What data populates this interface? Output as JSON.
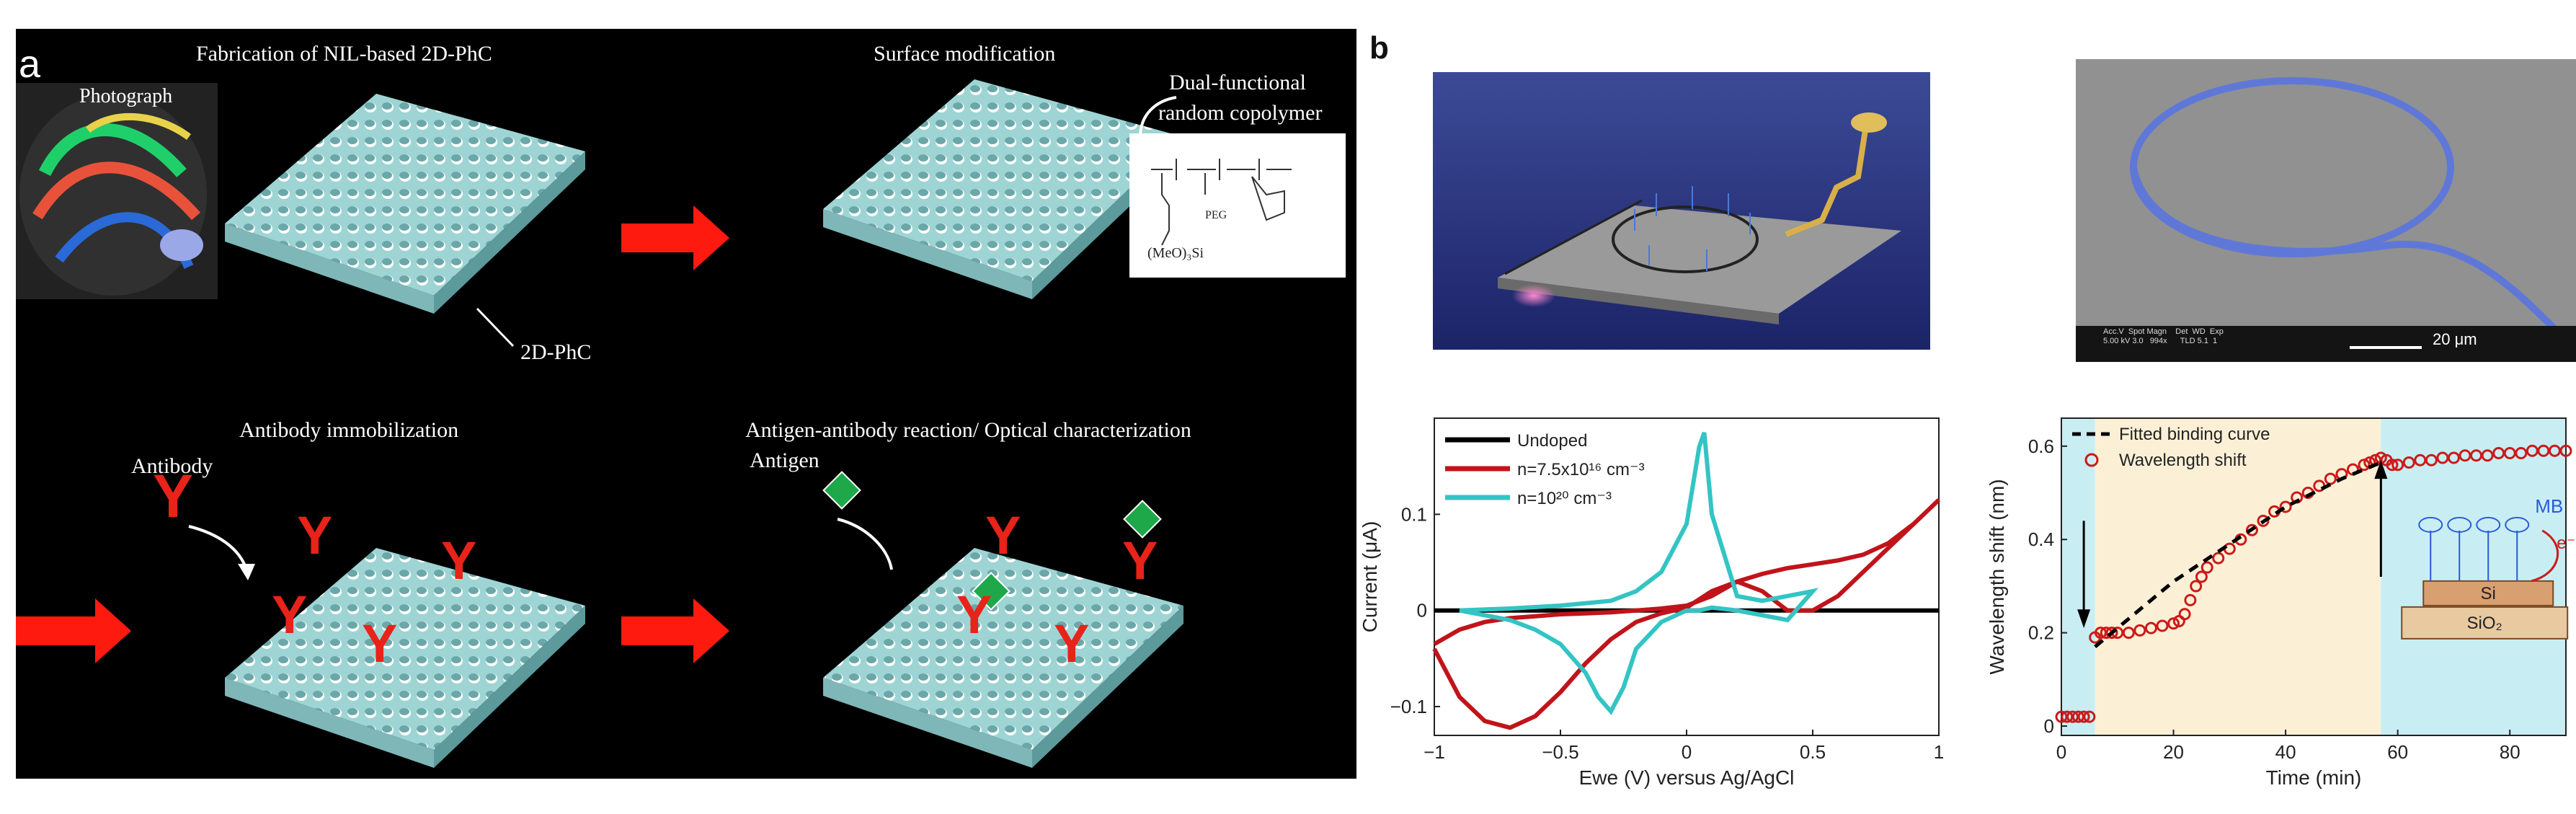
{
  "panel_a": {
    "label": "a",
    "photo_label": "Photograph",
    "step1_title": "Fabrication of NIL-based 2D-PhC",
    "step2_title": "Surface modification",
    "step3_title": "Antibody immobilization",
    "step4_title": "Antigen-antibody reaction/ Optical characterization",
    "phc_label": "2D-PhC",
    "copolymer_label_1": "Dual-functional",
    "copolymer_label_2": "random copolymer",
    "peg": "PEG",
    "meo": "(MeO)₃Si",
    "antibody_label": "Antibody",
    "antigen_label": "Antigen",
    "antibody_glyph": "Y",
    "colors": {
      "teal": "#9ed4d4",
      "arrow": "#ff1a10",
      "antibody": "#e8231a",
      "antigen": "#1fa84a"
    }
  },
  "panel_b": {
    "label": "b",
    "sem_scale": "20 μm",
    "sem_meta": [
      "Acc.V  Spot Magn    Det  WD  Exp",
      "5.00 kV 3.0   994x      TLD 5.1  1"
    ],
    "inset_mb": "MB",
    "inset_e": "e⁻",
    "inset_si": "Si",
    "inset_sio2": "SiO₂"
  },
  "chart_data": [
    {
      "type": "line",
      "xlabel": "Ewe (V) versus Ag/AgCl",
      "ylabel": "Current (μA)",
      "xlim": [
        -1,
        1
      ],
      "ylim": [
        -0.13,
        0.2
      ],
      "xticks": [
        "−1",
        "−0.5",
        "0",
        "0.5",
        "1"
      ],
      "yticks": [
        "−0.1",
        "0",
        "0.1"
      ],
      "legend": [
        "Undoped",
        "n=7.5x10¹⁶ cm⁻³",
        "n=10²⁰ cm⁻³"
      ],
      "legend_position": "top-left",
      "series": [
        {
          "name": "Undoped",
          "color": "#000000",
          "x": [
            -1,
            1
          ],
          "y": [
            0,
            0
          ]
        },
        {
          "name": "n=7.5x10¹⁶ cm⁻³",
          "color": "#c0141a",
          "x": [
            -1,
            -0.9,
            -0.8,
            -0.7,
            -0.6,
            -0.5,
            -0.4,
            -0.3,
            -0.2,
            -0.1,
            0,
            0.1,
            0.2,
            0.3,
            0.4,
            0.5,
            0.6,
            0.7,
            0.8,
            0.9,
            1,
            0.9,
            0.8,
            0.7,
            0.6,
            0.5,
            0.4,
            0.3,
            0.2,
            0.1,
            0,
            -0.1,
            -0.2,
            -0.3,
            -0.4,
            -0.5,
            -0.6,
            -0.7,
            -0.8,
            -0.9,
            -1
          ],
          "y": [
            -0.04,
            -0.09,
            -0.115,
            -0.122,
            -0.11,
            -0.085,
            -0.055,
            -0.03,
            -0.012,
            -0.003,
            0.003,
            0.02,
            0.03,
            0.02,
            0.0,
            0.0,
            0.015,
            0.04,
            0.065,
            0.09,
            0.115,
            0.09,
            0.07,
            0.058,
            0.052,
            0.048,
            0.044,
            0.038,
            0.03,
            0.015,
            0.005,
            0.002,
            0.0,
            -0.002,
            -0.003,
            -0.004,
            -0.006,
            -0.008,
            -0.012,
            -0.02,
            -0.035
          ]
        },
        {
          "name": "n=10²⁰ cm⁻³",
          "color": "#33c4c4",
          "x": [
            -0.9,
            -0.8,
            -0.7,
            -0.6,
            -0.5,
            -0.4,
            -0.35,
            -0.3,
            -0.25,
            -0.2,
            -0.1,
            0,
            0.05,
            0.1,
            0.2,
            0.3,
            0.4,
            0.5,
            0.4,
            0.3,
            0.2,
            0.1,
            0.07,
            0.05,
            0.0,
            -0.1,
            -0.2,
            -0.3,
            -0.5,
            -0.7,
            -0.9
          ],
          "y": [
            0.0,
            -0.005,
            -0.01,
            -0.02,
            -0.035,
            -0.065,
            -0.09,
            -0.105,
            -0.08,
            -0.04,
            -0.012,
            0.0,
            0.0,
            0.003,
            0.0,
            -0.005,
            -0.01,
            0.02,
            0.015,
            0.01,
            0.015,
            0.1,
            0.185,
            0.17,
            0.09,
            0.04,
            0.02,
            0.01,
            0.005,
            0.002,
            0.0
          ]
        }
      ]
    },
    {
      "type": "scatter",
      "xlabel": "Time (min)",
      "ylabel": "Wavelength shift (nm)",
      "xlim": [
        0,
        90
      ],
      "ylim": [
        -0.02,
        0.66
      ],
      "xticks": [
        "0",
        "20",
        "40",
        "60",
        "80"
      ],
      "yticks": [
        "0",
        "0.2",
        "0.4",
        "0.6"
      ],
      "legend": [
        "Fitted binding curve",
        "Wavelength shift"
      ],
      "legend_position": "top-left",
      "shaded_regions": [
        {
          "from": 0,
          "to": 6,
          "color": "#c8eef4"
        },
        {
          "from": 6,
          "to": 57,
          "color": "#fbf0d6"
        },
        {
          "from": 57,
          "to": 90,
          "color": "#c8eef4"
        }
      ],
      "series": [
        {
          "name": "Wavelength shift",
          "color": "#cc1a1a",
          "x": [
            0,
            1,
            2,
            3,
            4,
            5,
            6,
            7,
            8,
            9,
            10,
            12,
            14,
            16,
            18,
            20,
            21,
            22,
            23,
            24,
            25,
            26,
            28,
            30,
            32,
            34,
            36,
            38,
            40,
            42,
            44,
            46,
            48,
            50,
            52,
            54,
            55,
            56,
            57,
            58,
            59,
            60,
            62,
            64,
            66,
            68,
            70,
            72,
            74,
            76,
            78,
            80,
            82,
            84,
            86,
            88,
            90
          ],
          "y": [
            0.02,
            0.02,
            0.02,
            0.02,
            0.02,
            0.02,
            0.19,
            0.2,
            0.2,
            0.2,
            0.2,
            0.2,
            0.205,
            0.21,
            0.215,
            0.22,
            0.225,
            0.24,
            0.27,
            0.3,
            0.32,
            0.34,
            0.36,
            0.38,
            0.4,
            0.42,
            0.44,
            0.46,
            0.47,
            0.49,
            0.5,
            0.515,
            0.53,
            0.54,
            0.55,
            0.56,
            0.565,
            0.57,
            0.575,
            0.57,
            0.56,
            0.56,
            0.565,
            0.57,
            0.57,
            0.575,
            0.575,
            0.58,
            0.58,
            0.58,
            0.585,
            0.585,
            0.585,
            0.59,
            0.59,
            0.59,
            0.59
          ]
        },
        {
          "name": "Fitted binding curve",
          "color": "#000000",
          "x": [
            6,
            10,
            15,
            20,
            25,
            30,
            35,
            40,
            45,
            50,
            55,
            57
          ],
          "y": [
            0.17,
            0.21,
            0.26,
            0.31,
            0.35,
            0.39,
            0.43,
            0.47,
            0.5,
            0.53,
            0.555,
            0.565
          ]
        }
      ]
    }
  ]
}
